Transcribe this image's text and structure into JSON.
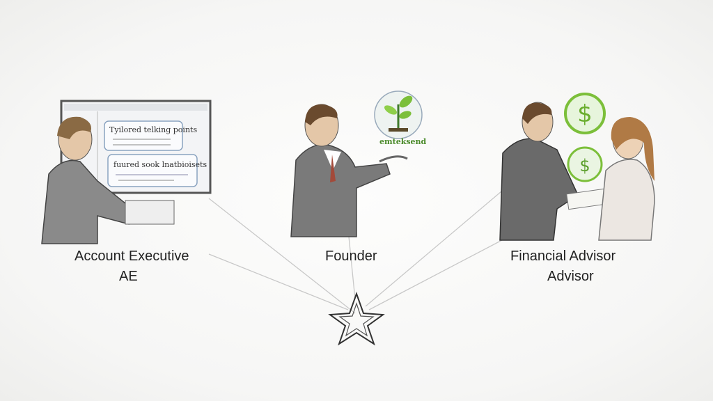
{
  "roles": [
    {
      "title": "Account Executive",
      "subtitle": "AE"
    },
    {
      "title": "Founder",
      "subtitle": ""
    },
    {
      "title": "Financial Advisor",
      "subtitle": "Advisor"
    }
  ],
  "screen": {
    "bubble1_title": "Tyilored telking points",
    "bubble2_title": "fuured sook lnatbioisets"
  },
  "founder_badge": {
    "text": "emteksend",
    "icon": "seedling-icon"
  },
  "advisor_icons": [
    "dollar-coin-icon",
    "dollar-coin-icon"
  ],
  "center_icon": "star-icon",
  "colors": {
    "accent_green": "#7cbf3a",
    "line": "#c8c8c8",
    "suit": "#6a6a6a"
  }
}
